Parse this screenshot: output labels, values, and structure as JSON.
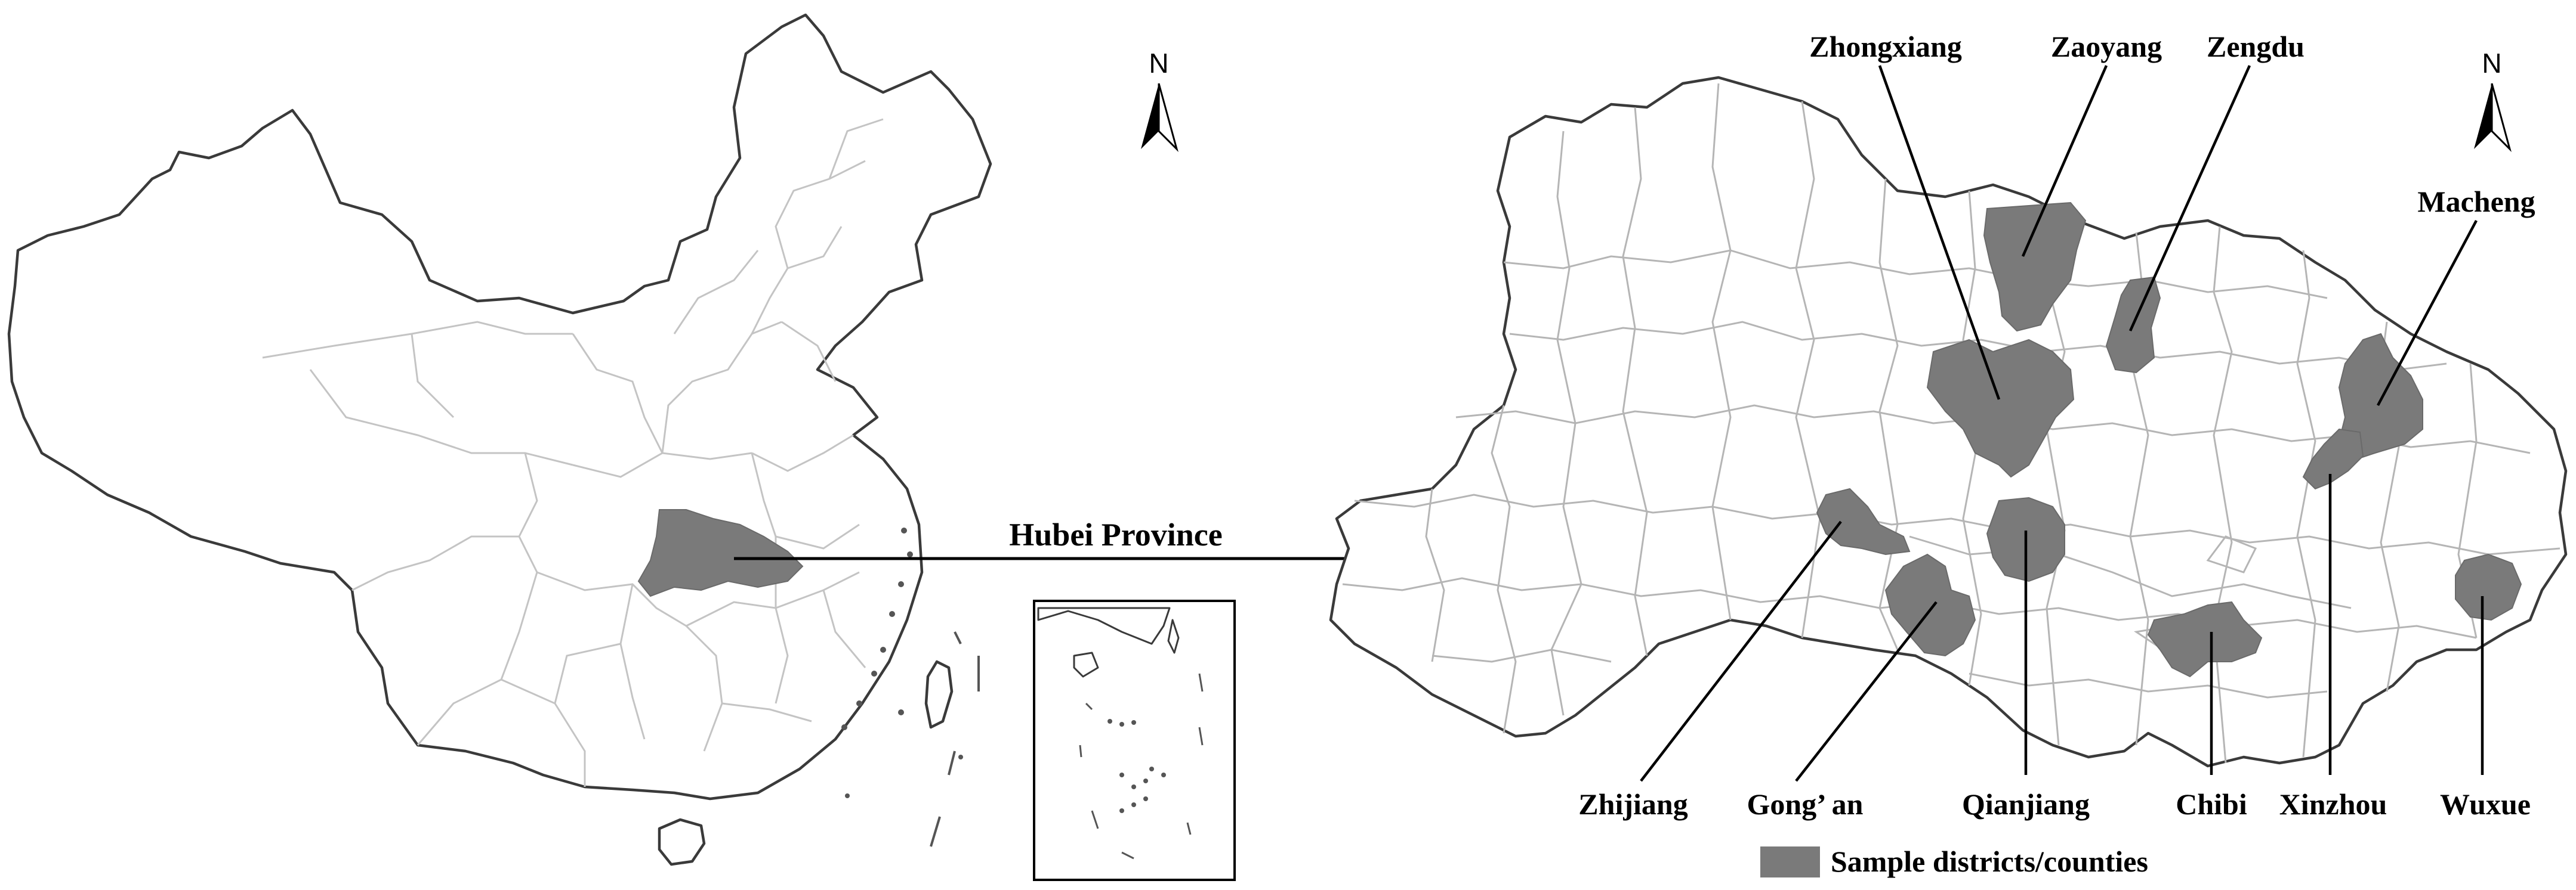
{
  "figure": {
    "main_arrow_label": "Hubei Province",
    "north_label": "N",
    "legend_label": "Sample districts/counties",
    "colors": {
      "highlight": "#7a7a7a",
      "outline": "#3a3a3a",
      "internal_border": "#b5b5b5",
      "text": "#000000",
      "background": "#ffffff"
    }
  },
  "sample_sites": [
    {
      "name": "Zhongxiang"
    },
    {
      "name": "Zaoyang"
    },
    {
      "name": "Zengdu"
    },
    {
      "name": "Macheng"
    },
    {
      "name": "Zhijiang"
    },
    {
      "name": "Gong’ an"
    },
    {
      "name": "Qianjiang"
    },
    {
      "name": "Chibi"
    },
    {
      "name": "Xinzhou"
    },
    {
      "name": "Wuxue"
    }
  ]
}
